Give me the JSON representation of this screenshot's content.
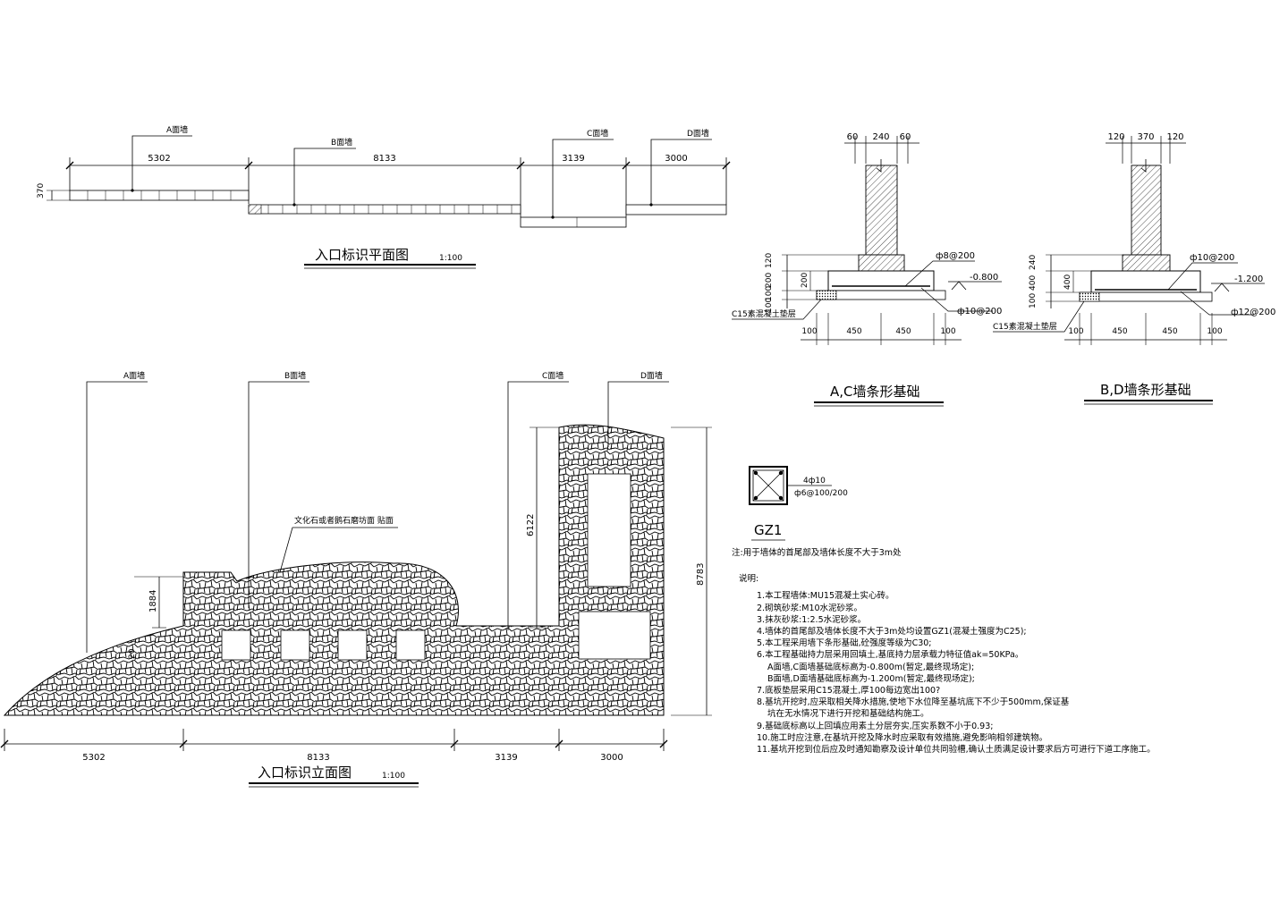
{
  "plan": {
    "title": "入口标识平面图",
    "scale": "1:100",
    "walls": [
      "A面墙",
      "B面墙",
      "C面墙",
      "D面墙"
    ],
    "dims": [
      "5302",
      "8133",
      "3139",
      "3000"
    ],
    "thickness": "370"
  },
  "elevation": {
    "title": "入口标识立面图",
    "scale": "1:100",
    "walls": [
      "A面墙",
      "B面墙",
      "C面墙",
      "D面墙"
    ],
    "dims": [
      "5302",
      "8133",
      "3139",
      "3000"
    ],
    "heights": [
      "1884",
      "6122",
      "8783"
    ],
    "finish_note": "文化石或者鹅石磨坊面 贴面",
    "partial_dim": "20"
  },
  "foundation_ac": {
    "title": "A,C墙条形基础",
    "top_dims": [
      "60",
      "240",
      "60"
    ],
    "left_dims": [
      "120",
      "200",
      "100",
      "100"
    ],
    "inner_dim": "200",
    "rebar_top": "ф8@200",
    "rebar_bottom": "ф10@200",
    "level": "-0.800",
    "bottom_dims": [
      "100",
      "450",
      "450",
      "100"
    ],
    "cushion": "C15素混凝土垫层"
  },
  "foundation_bd": {
    "title": "B,D墙条形基础",
    "top_dims": [
      "120",
      "370",
      "120"
    ],
    "left_dims": [
      "240",
      "400",
      "100"
    ],
    "inner_dim": "400",
    "rebar_top": "ф10@200",
    "rebar_bottom": "ф12@200",
    "level": "-1.200",
    "bottom_dims": [
      "100",
      "450",
      "450",
      "100"
    ],
    "cushion": "C15素混凝土垫层"
  },
  "column": {
    "name": "GZ1",
    "rebar_main": "4ф10",
    "rebar_stirrup": "ф6@100/200",
    "note": "注:用于墙体的首尾部及墙体长度不大于3m处"
  },
  "notes": {
    "heading": "说明:",
    "items": [
      "1.本工程墙体:MU15混凝土实心砖。",
      "2.砌筑砂浆:M10水泥砂浆。",
      "3.抹灰砂浆:1:2.5水泥砂浆。",
      "4.墙体的首尾部及墙体长度不大于3m处均设置GZ1(混凝土强度为C25);",
      "5.本工程采用墙下条形基础,砼强度等级为C30;",
      "6.本工程基础持力层采用回填土,基底持力层承载力特征值ak=50KPa。",
      "A面墙,C面墙基础底标高为-0.800m(暂定,最终现场定);",
      "B面墙,D面墙基础底标高为-1.200m(暂定,最终现场定);",
      "7.底板垫层采用C15混凝土,厚100每边宽出100?",
      "8.基坑开挖时,应采取相关降水措施,使地下水位降至基坑底下不少于500mm,保证基",
      "坑在无水情况下进行开挖和基础结构施工。",
      "9.基础底标高以上回填应用素土分层夯实,压实系数不小于0.93;",
      "10.施工时应注意,在基坑开挖及降水时应采取有效措施,避免影响相邻建筑物。",
      "11.基坑开挖到位后应及时通知勘察及设计单位共同验槽,确认土质满足设计要求后方可进行下道工序施工。"
    ]
  }
}
